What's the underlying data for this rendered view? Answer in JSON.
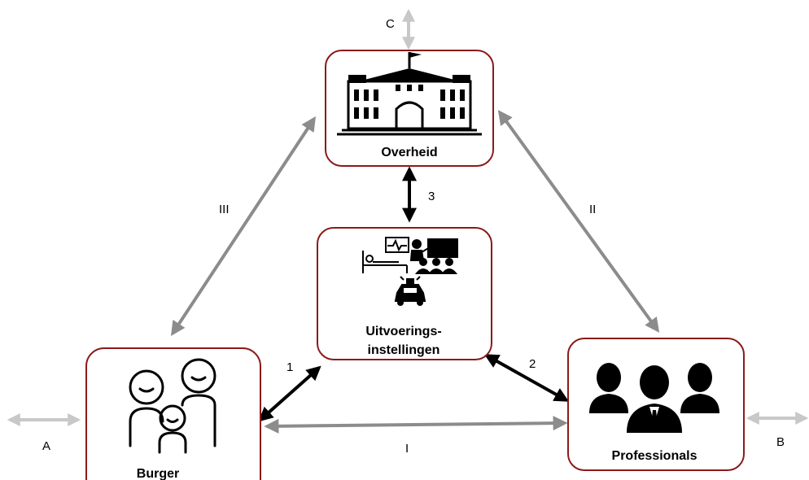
{
  "nodes": {
    "overheid": {
      "label": "Overheid"
    },
    "uitvoering": {
      "label_line1": "Uitvoerings-",
      "label_line2": "instellingen"
    },
    "burger": {
      "label": "Burger"
    },
    "professionals": {
      "label": "Professionals"
    }
  },
  "edges": {
    "I": "I",
    "II": "II",
    "III": "III",
    "one": "1",
    "two": "2",
    "three": "3",
    "A": "A",
    "B": "B",
    "C": "C"
  },
  "colors": {
    "box_border": "#8b1a1a",
    "arrow_gray": "#8c8c8c",
    "arrow_light": "#c8c8c8",
    "arrow_black": "#000000"
  },
  "icons": {
    "overheid": "government-building-icon",
    "uitvoering": "institutions-icon",
    "burger": "family-icon",
    "professionals": "professionals-group-icon"
  }
}
